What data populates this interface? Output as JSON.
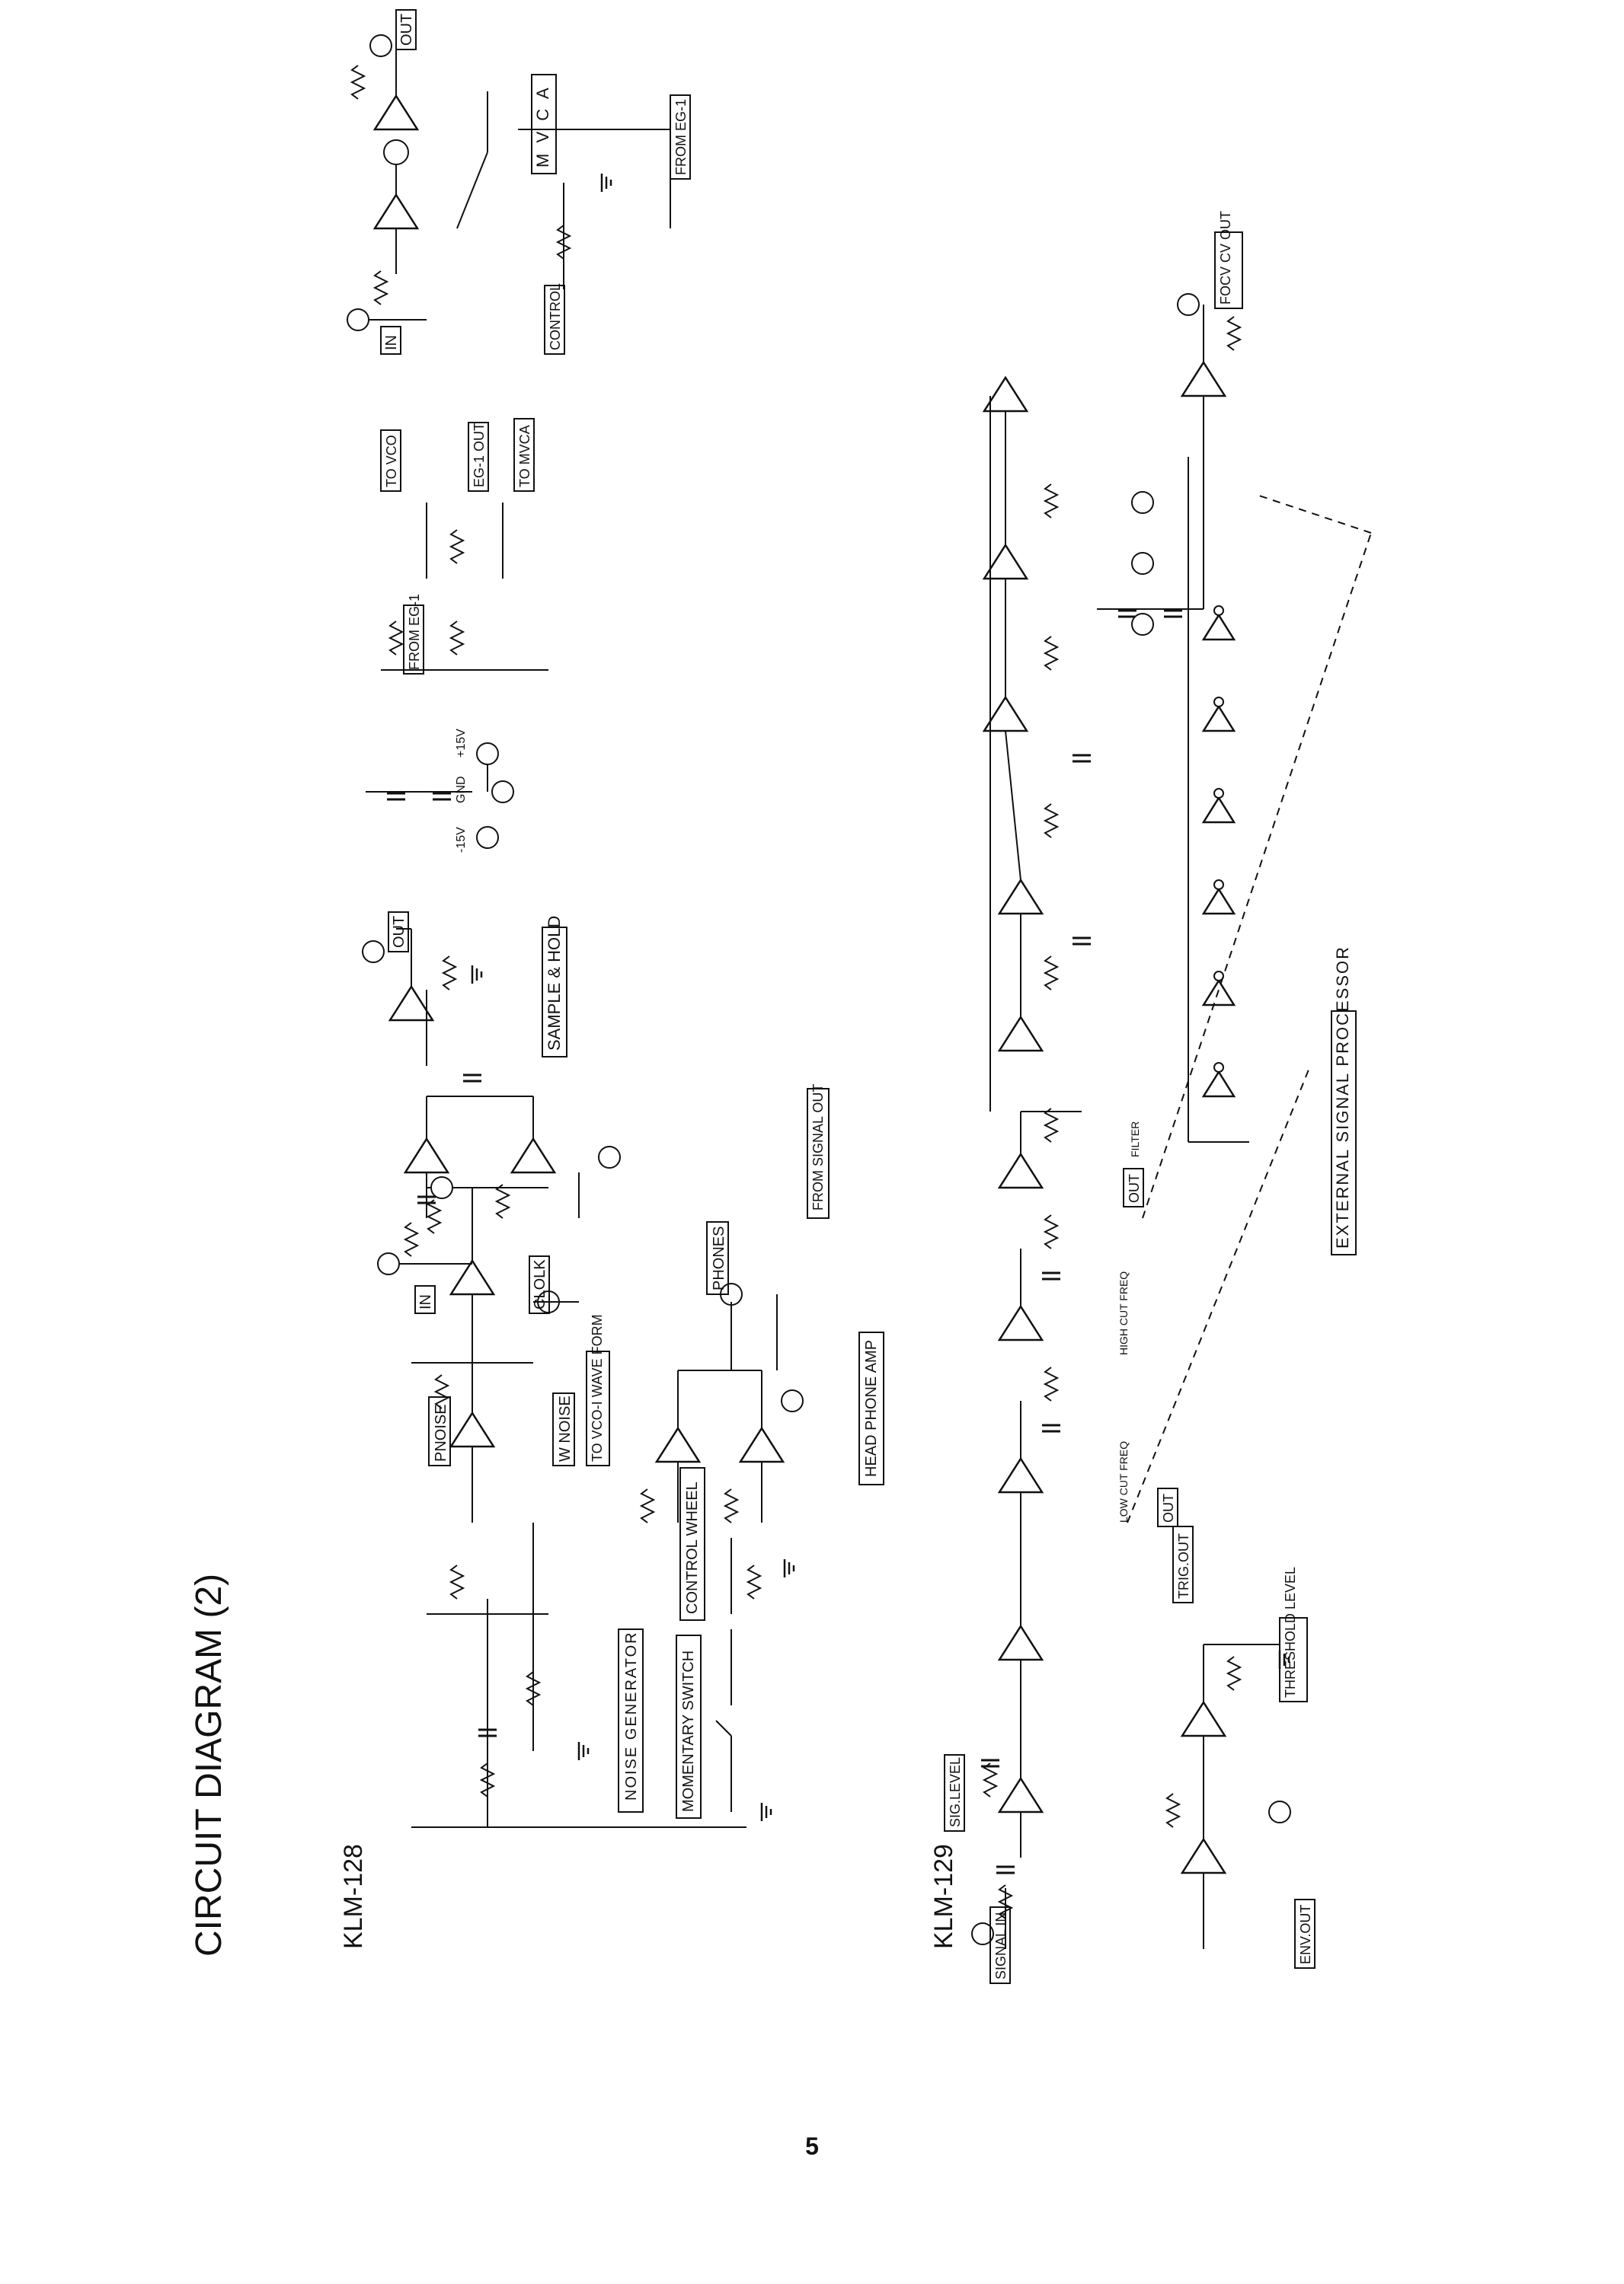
{
  "page": {
    "title": "CIRCUIT DIAGRAM (2)",
    "page_number": "5"
  },
  "klm128": {
    "model": "KLM-128",
    "sections": {
      "noise_generator": "NOISE GENERATOR",
      "momentary_switch": "MOMENTARY SWITCH",
      "control_wheel": "CONTROL WHEEL",
      "head_phone_amp": "HEAD PHONE AMP",
      "sample_hold": "SAMPLE & HOLD",
      "mvca": "M V C A"
    },
    "labels": {
      "p_noise": "PNOISE",
      "w_noise": "W NOISE",
      "to_vco_wave_form": "TO VCO-I WAVE FORM",
      "phones": "PHONES",
      "from_signal_out": "FROM SIGNAL OUT",
      "in_sh": "IN",
      "clock": "CLOLK",
      "out_sh": "OUT",
      "from_eg1": "FROM EG-1",
      "to_vco": "TO VCO",
      "eg1_out": "EG-1 OUT",
      "to_mvca": "TO MVCA",
      "in_mvca": "IN",
      "control": "CONTROL",
      "out_mvca": "OUT",
      "from_eg1_mvca": "FROM EG-1"
    }
  },
  "klm129": {
    "model": "KLM-129",
    "sections": {
      "external_signal_processor": "EXTERNAL SIGNAL PROCESSOR"
    },
    "labels": {
      "signal_in": "SIGNAL IN",
      "sig_level": "SIG.LEVEL",
      "env_out": "ENV.OUT",
      "threshold_level": "THRESHOLD LEVEL",
      "trig_out": "TRIG.OUT",
      "out": "OUT",
      "low_cut_freq": "LOW CUT FREQ",
      "high_cut_freq": "HIGH CUT FREQ",
      "out_filter": "OUT",
      "filter": "FILTER",
      "focv_cv_out": "FOCV CV OUT"
    }
  },
  "supply": {
    "p15v": "+15V",
    "gnd": "GND",
    "n15v": "-15V"
  }
}
